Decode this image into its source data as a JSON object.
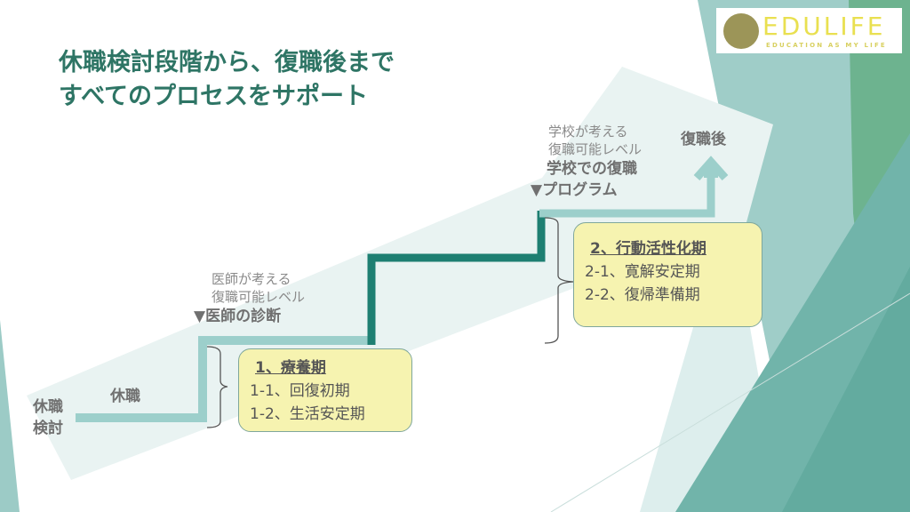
{
  "title": {
    "line1": "休職検討段階から、復職後まで",
    "line2": "すべてのプロセスをサポート"
  },
  "logo": {
    "name": "EDULIFE",
    "tagline": "EDUCATION AS MY LIFE"
  },
  "steps": {
    "start": {
      "line1": "休職",
      "line2": "検討"
    },
    "leave": "休職",
    "doctor": {
      "note1": "医師が考える",
      "note2": "復職可能レベル",
      "marker": "▼",
      "label": "医師の診断"
    },
    "school": {
      "note1": "学校が考える",
      "note2": "復職可能レベル",
      "label1": "学校での復職",
      "marker": "▼",
      "label2": "プログラム"
    },
    "after": "復職後"
  },
  "phase1": {
    "heading": "1、療養期",
    "items": [
      "1-1、回復初期",
      "1-2、生活安定期"
    ]
  },
  "phase2": {
    "heading": "2、行動活性化期",
    "items": [
      "2-1、寛解安定期",
      "2-2、復帰準備期"
    ]
  },
  "colors": {
    "title": "#2e7565",
    "light_step": "#9ccfcb",
    "dark_step": "#1e7f72",
    "box_fill": "#f6f3b0",
    "accent_green": "#6db38f"
  }
}
